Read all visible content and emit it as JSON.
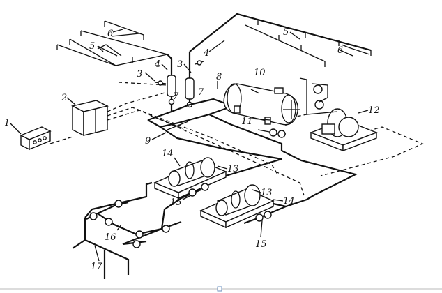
{
  "labels": [
    "1",
    "2",
    "3",
    "3",
    "4",
    "4",
    "5",
    "5",
    "6",
    "6",
    "7",
    "7",
    "8",
    "9",
    "10",
    "11",
    "12",
    "13",
    "13",
    "14",
    "14",
    "15",
    "15",
    "16",
    "17"
  ],
  "colors": {
    "line": "#111111",
    "background": "#ffffff"
  }
}
